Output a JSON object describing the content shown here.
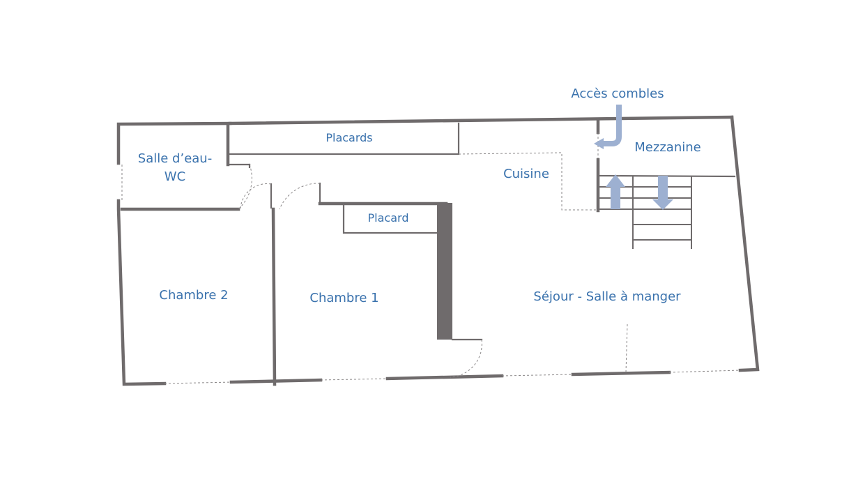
{
  "colors": {
    "wall": "#6f6b6c",
    "label": "#3a72ad",
    "arrow": "#9db0d1",
    "background": "#ffffff"
  },
  "rooms": {
    "salle_eau": [
      "Salle d’eau-",
      "WC"
    ],
    "placards": "Placards",
    "placard": "Placard",
    "cuisine": "Cuisine",
    "mezzanine": "Mezzanine",
    "chambre2": "Chambre 2",
    "chambre1": "Chambre 1",
    "sejour": "Séjour - Salle à manger"
  },
  "annotations": {
    "acces_combles": "Accès combles"
  },
  "icons": [
    "attic-access-arrow-icon",
    "stairs-up-arrow-icon",
    "stairs-down-arrow-icon"
  ]
}
